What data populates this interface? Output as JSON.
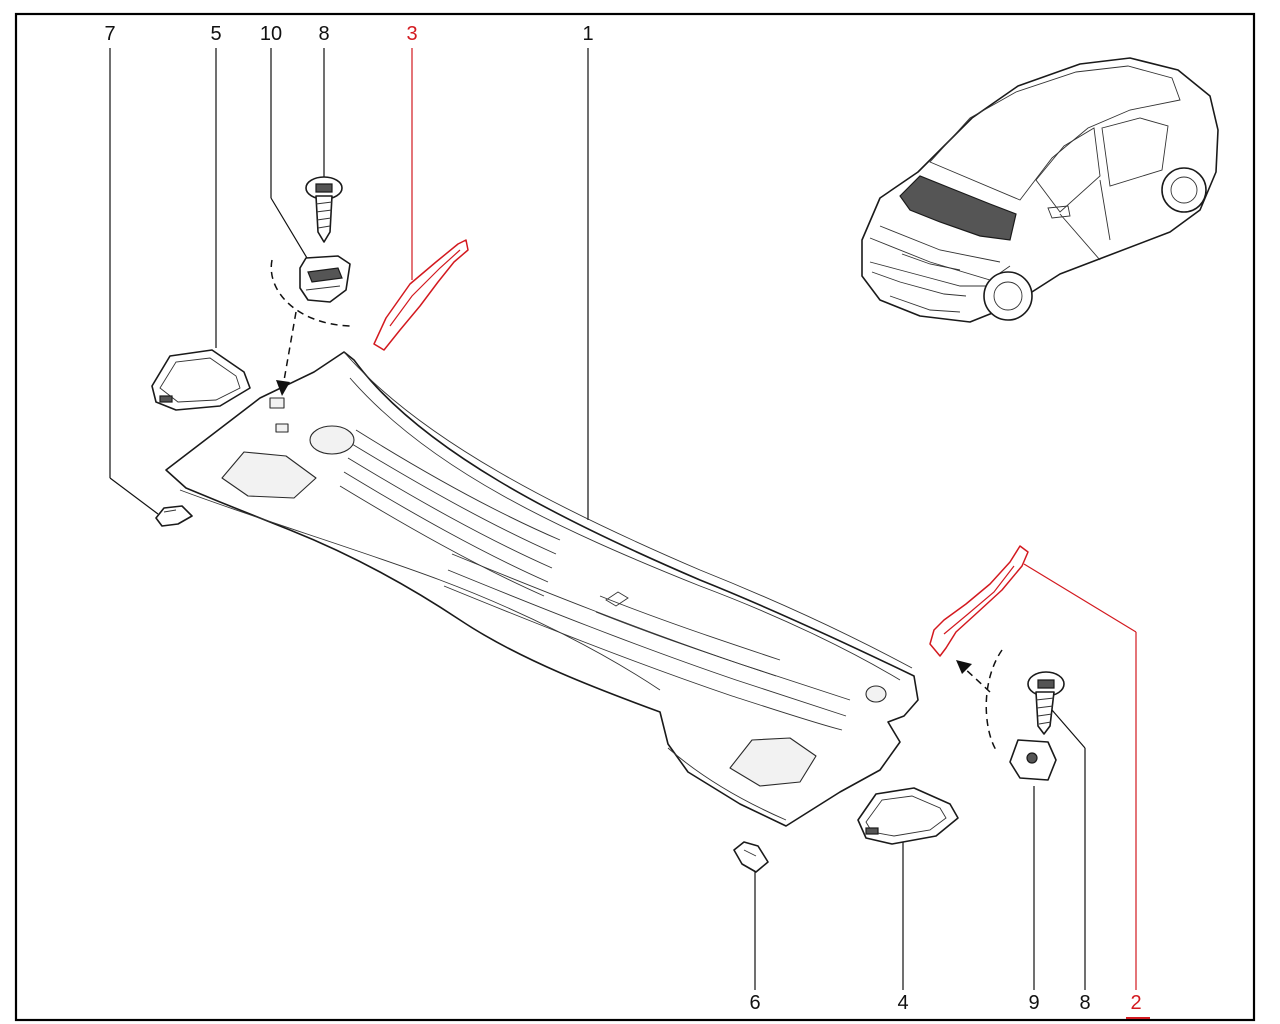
{
  "callouts": [
    {
      "id": "c7",
      "label": "7",
      "highlight": false
    },
    {
      "id": "c5",
      "label": "5",
      "highlight": false
    },
    {
      "id": "c10",
      "label": "10",
      "highlight": false
    },
    {
      "id": "c8a",
      "label": "8",
      "highlight": false
    },
    {
      "id": "c3",
      "label": "3",
      "highlight": true
    },
    {
      "id": "c1",
      "label": "1",
      "highlight": false
    },
    {
      "id": "c6",
      "label": "6",
      "highlight": false
    },
    {
      "id": "c4",
      "label": "4",
      "highlight": false
    },
    {
      "id": "c9",
      "label": "9",
      "highlight": false
    },
    {
      "id": "c8b",
      "label": "8",
      "highlight": false
    },
    {
      "id": "c2",
      "label": "2",
      "highlight": true
    }
  ],
  "colors": {
    "highlight": "#d3191f",
    "normal": "#111111",
    "border": "#000000",
    "background": "#ffffff"
  }
}
